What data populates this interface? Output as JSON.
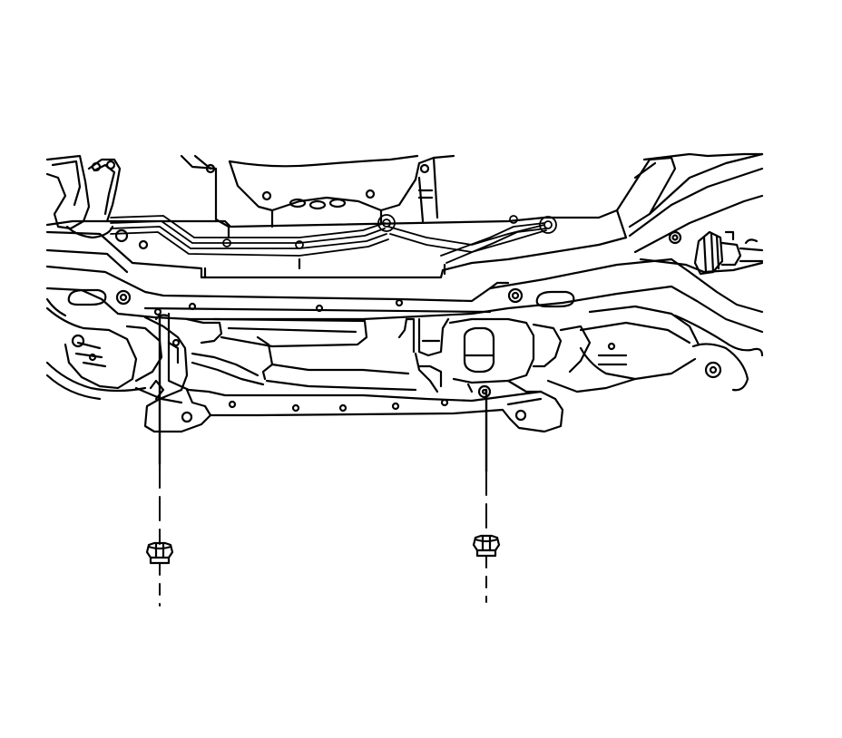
{
  "figure": {
    "subject": "subframe-underside-illustration",
    "fasteners": [
      {
        "name": "left-subframe-nut",
        "icon": "hex-flange-nut-icon"
      },
      {
        "name": "right-subframe-nut",
        "icon": "hex-flange-nut-icon"
      }
    ],
    "colors": {
      "line": "#000000",
      "background": "#ffffff"
    }
  }
}
